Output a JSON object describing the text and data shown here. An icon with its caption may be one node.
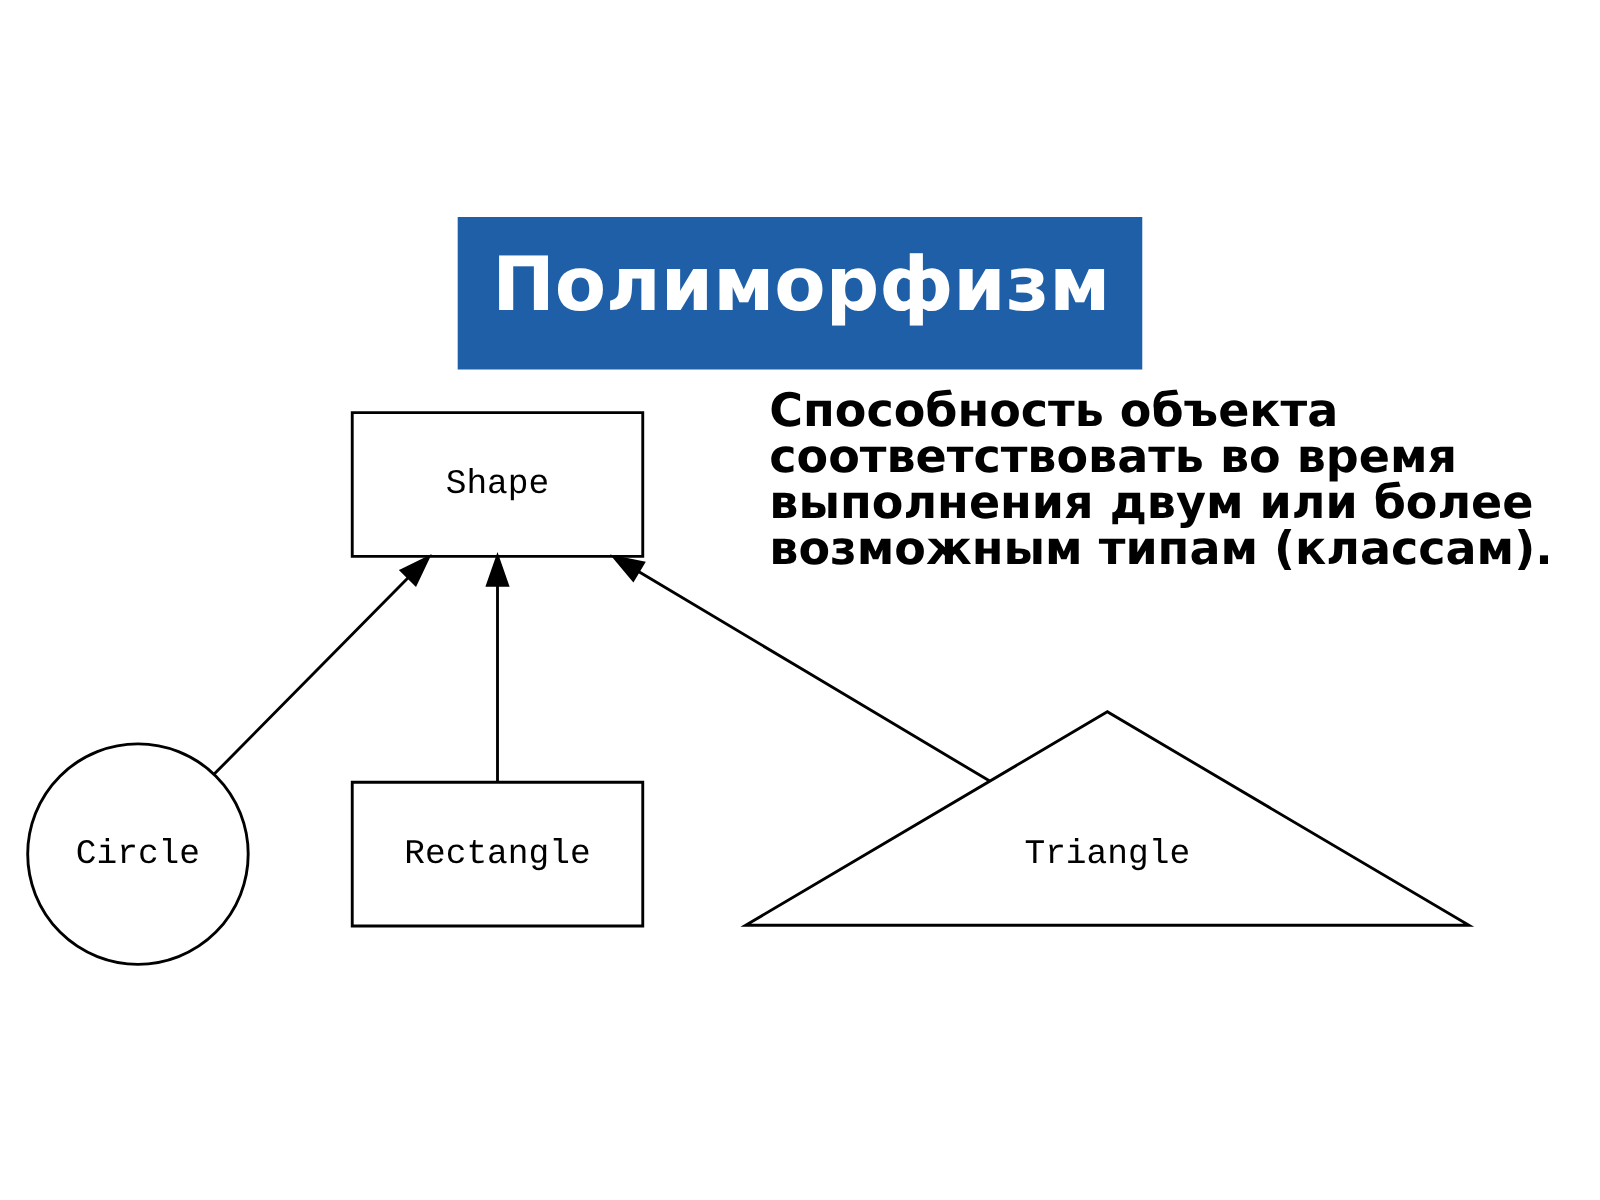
{
  "diagram": {
    "title": "Полиморфизм",
    "nodes": [
      {
        "text": [
          "Shape"
        ]
      },
      {
        "text": [
          "Circle"
        ]
      },
      {
        "text": [
          "Rectangle"
        ]
      },
      {
        "text": [
          "Triangle"
        ]
      }
    ],
    "edges": [
      {
        "from": 1,
        "to": 0,
        "arrow": "to"
      },
      {
        "from": 2,
        "to": 0,
        "arrow": "to"
      },
      {
        "from": 3,
        "to": 0,
        "arrow": "to"
      }
    ],
    "labels": [
      "Способность объекта соответствовать во время выполнения двум или более возможным типам (классам)."
    ]
  }
}
